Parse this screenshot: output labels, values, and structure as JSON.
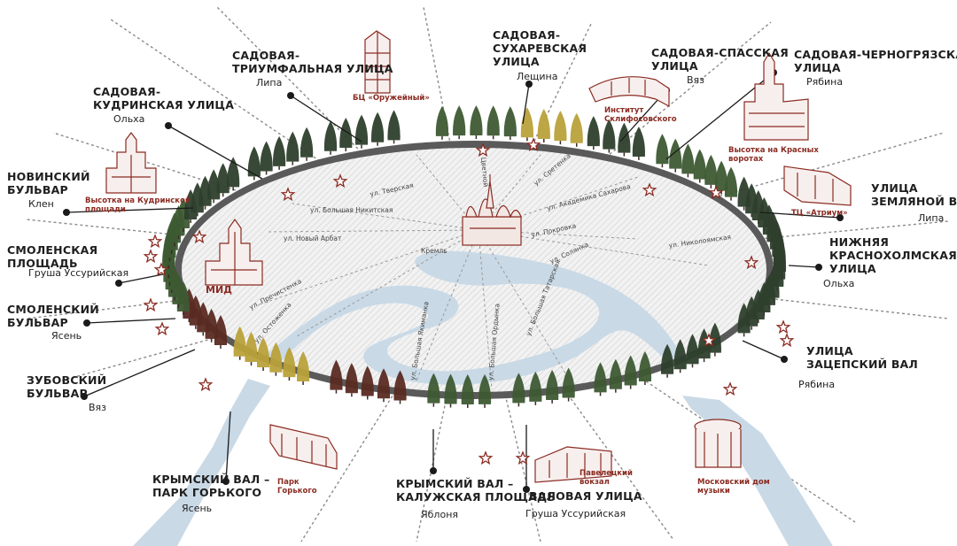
{
  "streets": [
    {
      "name": "САДОВАЯ-\nТРИУМФАЛЬНАЯ УЛИЦА",
      "tree": "Липа"
    },
    {
      "name": "САДОВАЯ-\nСУХАРЕВСКАЯ\nУЛИЦА",
      "tree": "Лещина"
    },
    {
      "name": "САДОВАЯ-СПАССКАЯ\nУЛИЦА",
      "tree": "Вяз"
    },
    {
      "name": "САДОВАЯ-ЧЕРНОГРЯЗСКАЯ\nУЛИЦА",
      "tree": "Рябина"
    },
    {
      "name": "САДОВАЯ-\nКУДРИНСКАЯ УЛИЦА",
      "tree": "Ольха"
    },
    {
      "name": "НОВИНСКИЙ\nБУЛЬВАР",
      "tree": "Клен"
    },
    {
      "name": "СМОЛЕНСКАЯ\nПЛОЩАДЬ",
      "tree": "Груша Уссурийская"
    },
    {
      "name": "СМОЛЕНСКИЙ\nБУЛЬВАР",
      "tree": "Ясень"
    },
    {
      "name": "ЗУБОВСКИЙ\nБУЛЬВАР",
      "tree": "Вяз"
    },
    {
      "name": "УЛИЦА\nЗЕМЛЯНОЙ ВАЛ",
      "tree": "Липа"
    },
    {
      "name": "НИЖНЯЯ\nКРАСНОХОЛМСКАЯ\nУЛИЦА",
      "tree": "Ольха"
    },
    {
      "name": "УЛИЦА\nЗАЦЕПСКИЙ ВАЛ",
      "tree": "Рябина"
    },
    {
      "name": "КРЫМСКИЙ ВАЛ –\nПАРК ГОРЬКОГО",
      "tree": "Ясень"
    },
    {
      "name": "КРЫМСКИЙ ВАЛ –\nКАЛУЖСКАЯ ПЛОЩАДЬ",
      "tree": "Яблоня"
    },
    {
      "name": "ВАЛОВАЯ УЛИЦА",
      "tree": "Груша Уссурийская"
    }
  ],
  "landmarks": {
    "oruzheyny": "БЦ «Оружейный»",
    "sklif": "Институт\nСклифосовского",
    "krasnye_vorota": "Высотка на Красных\nворотах",
    "kudrinskaya": "Высотка на Кудринской\nплощади",
    "mid": "МИД",
    "atrium": "ТЦ «Атриум»",
    "park": "Парк\nГорького",
    "paveletsky": "Павелецкий\nвокзал",
    "dom_muzyki": "Московский дом\nмузыки"
  },
  "inner_streets": [
    "ул. Тверская",
    "ул. Сретенка",
    "ул. Академика Сахарова",
    "ул. Большая Никитская",
    "ул. Покровка",
    "ул. Новый Арбат",
    "Кремль",
    "ул. Николоямская",
    "ул. Солянка",
    "ул. Пречистенка",
    "ул. Остоженка",
    "ул. Большая Якиманка",
    "ул. Большая Ордынка",
    "ул. Большая Татарская",
    "Цветной"
  ],
  "colors": {
    "accent": "#8a2b22",
    "road": "#5a5a5a",
    "river": "#c9d9e6",
    "tree_dark": "#2e3f2c",
    "tree_green": "#3d5a33",
    "tree_yellow": "#b9a13a",
    "tree_red": "#5a2a22"
  }
}
